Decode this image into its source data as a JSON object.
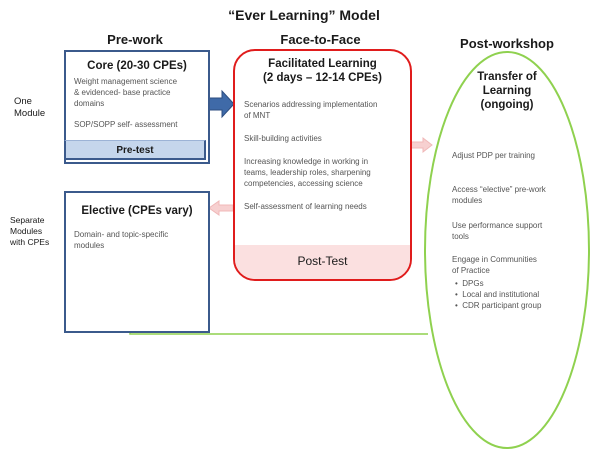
{
  "title": "“Ever Learning” Model",
  "headers": {
    "pre_work": "Pre-work",
    "face_to_face": "Face-to-Face",
    "post_workshop": "Post-workshop"
  },
  "side_labels": {
    "one_module": [
      "One",
      "Module"
    ],
    "separate_modules": [
      "Separate",
      "Modules",
      "with CPEs"
    ]
  },
  "core": {
    "title": "Core (20-30 CPEs)",
    "lines": [
      "Weight management science",
      "& evidenced- base practice",
      "domains"
    ],
    "assessment": "SOP/SOPP self- assessment",
    "pretest": "Pre-test"
  },
  "elective": {
    "title": "Elective (CPEs vary)",
    "lines": [
      "Domain- and topic-specific",
      "modules"
    ]
  },
  "face": {
    "title": [
      "Facilitated Learning",
      "(2  days – 12-14 CPEs)"
    ],
    "items": [
      [
        "Scenarios addressing implementation",
        "of MNT"
      ],
      [
        "Skill-building activities"
      ],
      [
        "Increasing knowledge in working in",
        "teams, leadership roles, sharpening",
        "competencies, accessing science"
      ],
      [
        "Self-assessment of learning needs"
      ]
    ],
    "posttest": "Post-Test"
  },
  "post": {
    "title": [
      "Transfer of",
      "Learning",
      "(ongoing)"
    ],
    "items": [
      [
        "Adjust PDP per training"
      ],
      [
        "Access “elective” pre-work",
        "modules"
      ],
      [
        "Use performance support",
        "tools"
      ],
      [
        "Engage in Communities",
        "of Practice"
      ]
    ],
    "bullets": [
      "DPGs",
      "Local and institutional",
      "CDR participant group"
    ]
  },
  "colors": {
    "blue": "#3b5a8c",
    "red": "#e01c1c",
    "green": "#8fd14f",
    "arrow_pink": "#f7d0d0"
  }
}
